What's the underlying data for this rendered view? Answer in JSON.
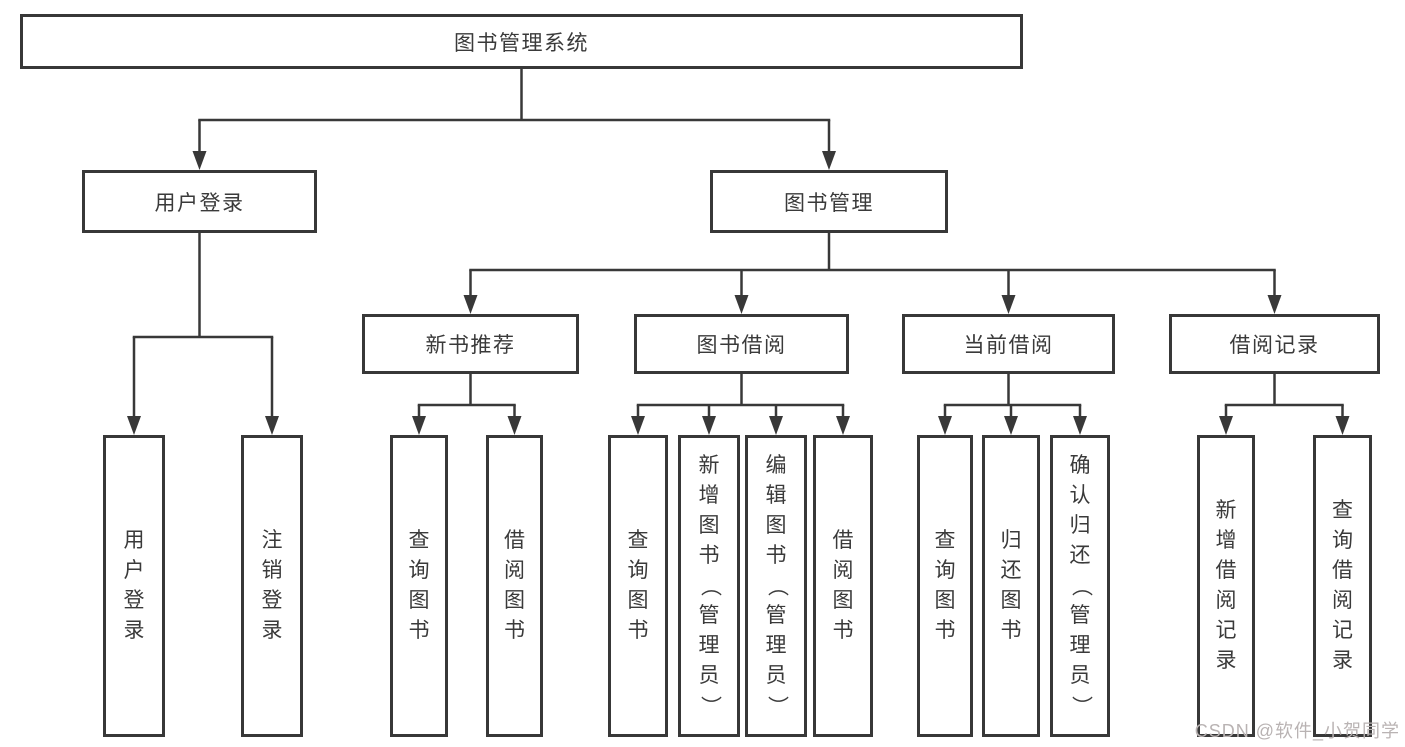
{
  "colors": {
    "background": "#ffffff",
    "box_fill": "#ffffff",
    "border": "#383838",
    "line": "#383838",
    "text": "#3a3a3a",
    "watermark": "#b9b3b3"
  },
  "watermark": {
    "text": "CSDN @软件_小贺同学"
  },
  "tree": {
    "id": "library-system",
    "label": "图书管理系统",
    "children": [
      {
        "id": "user-login",
        "label": "用户登录",
        "children": [
          {
            "id": "user-login-action",
            "label": "用户登录",
            "vertical": true
          },
          {
            "id": "logout-action",
            "label": "注销登录",
            "vertical": true
          }
        ]
      },
      {
        "id": "book-management",
        "label": "图书管理",
        "children": [
          {
            "id": "new-book-recommend",
            "label": "新书推荐",
            "children": [
              {
                "id": "nbr-query-books",
                "label": "查询图书",
                "vertical": true
              },
              {
                "id": "nbr-borrow-books",
                "label": "借阅图书",
                "vertical": true
              }
            ]
          },
          {
            "id": "book-borrow",
            "label": "图书借阅",
            "children": [
              {
                "id": "bb-query-books",
                "label": "查询图书",
                "vertical": true
              },
              {
                "id": "bb-add-books",
                "label": "新增图书（管理员）",
                "vertical": true
              },
              {
                "id": "bb-edit-books",
                "label": "编辑图书（管理员）",
                "vertical": true
              },
              {
                "id": "bb-borrow-books",
                "label": "借阅图书",
                "vertical": true
              }
            ]
          },
          {
            "id": "current-borrow",
            "label": "当前借阅",
            "children": [
              {
                "id": "cb-query-books",
                "label": "查询图书",
                "vertical": true
              },
              {
                "id": "cb-return-books",
                "label": "归还图书",
                "vertical": true
              },
              {
                "id": "cb-confirm-return",
                "label": "确认归还（管理员）",
                "vertical": true
              }
            ]
          },
          {
            "id": "borrow-records",
            "label": "借阅记录",
            "children": [
              {
                "id": "br-add-record",
                "label": "新增借阅记录",
                "vertical": true
              },
              {
                "id": "br-query-record",
                "label": "查询借阅记录",
                "vertical": true
              }
            ]
          }
        ]
      }
    ]
  }
}
